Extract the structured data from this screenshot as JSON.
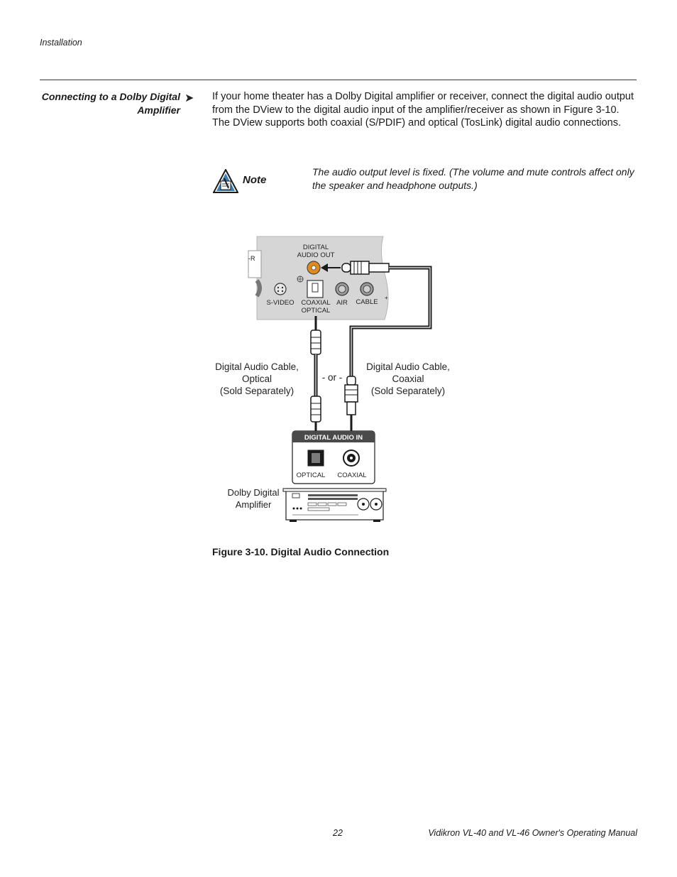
{
  "header": {
    "section": "Installation"
  },
  "section": {
    "heading_line1": "Connecting to a Dolby Digital",
    "heading_line2": "Amplifier",
    "arrow": "➤",
    "body": "If your home theater has a Dolby Digital amplifier or receiver, connect the digital audio output from the DView to the digital audio input of the amplifier/receiver as shown in Figure 3-10. The DView supports both coaxial (S/PDIF) and optical (TosLink) digital audio connections."
  },
  "note": {
    "label": "Note",
    "text": "The audio output level is fixed. (The volume and mute controls affect only the speaker and headphone outputs.)"
  },
  "figure": {
    "panel": {
      "digital": "DIGITAL",
      "audio_out": "AUDIO OUT",
      "partial_label": "-R",
      "svideo": "S-VIDEO",
      "coaxial": "COAXIAL",
      "optical": "OPTICAL",
      "air": "AIR",
      "cable": "CABLE",
      "plus": "+"
    },
    "optical_cable": {
      "line1": "Digital Audio Cable,",
      "line2": "Optical",
      "line3": "(Sold Separately)"
    },
    "or_label": "- or -",
    "coaxial_cable": {
      "line1": "Digital Audio Cable,",
      "line2": "Coaxial",
      "line3": "(Sold Separately)"
    },
    "amp_panel": {
      "title": "DIGITAL AUDIO IN",
      "optical": "OPTICAL",
      "coaxial": "COAXIAL"
    },
    "amplifier": {
      "line1": "Dolby Digital",
      "line2": "Amplifier"
    },
    "caption": "Figure 3-10. Digital Audio Connection"
  },
  "footer": {
    "page_number": "22",
    "manual_title": "Vidikron VL-40 and VL-46 Owner's Operating Manual"
  }
}
